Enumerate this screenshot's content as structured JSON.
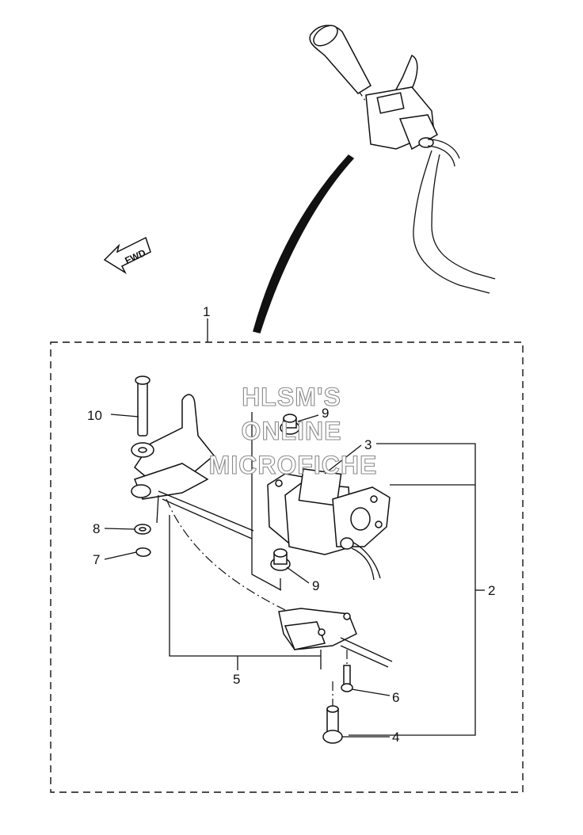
{
  "diagram": {
    "fwd_label": "FWD",
    "callouts": [
      {
        "id": "1",
        "label": "1"
      },
      {
        "id": "2",
        "label": "2"
      },
      {
        "id": "3",
        "label": "3"
      },
      {
        "id": "4",
        "label": "4"
      },
      {
        "id": "5",
        "label": "5"
      },
      {
        "id": "6",
        "label": "6"
      },
      {
        "id": "7",
        "label": "7"
      },
      {
        "id": "8",
        "label": "8"
      },
      {
        "id": "9a",
        "label": "9"
      },
      {
        "id": "9b",
        "label": "9"
      },
      {
        "id": "10",
        "label": "10"
      }
    ],
    "watermark": [
      "HLSM'S",
      "ONLINE",
      "MICROFICHE"
    ]
  }
}
